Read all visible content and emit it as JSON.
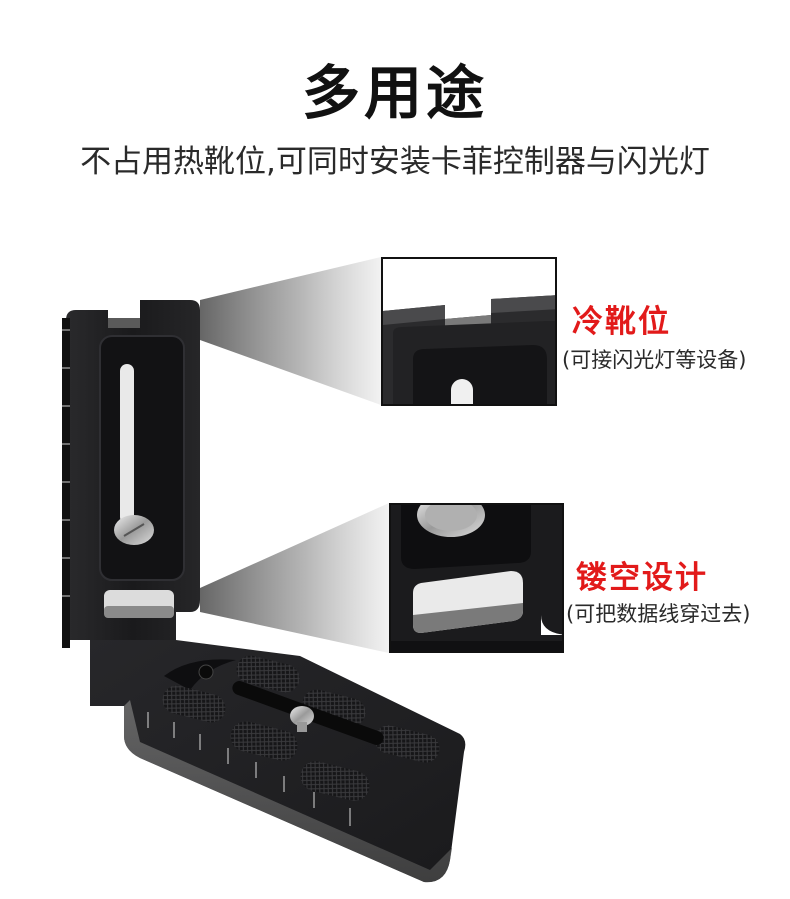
{
  "header": {
    "title": "多用途",
    "subtitle": "不占用热靴位,可同时安装卡菲控制器与闪光灯"
  },
  "product": {
    "name": "L-bracket quick release plate",
    "color": "#1c1c1e"
  },
  "callouts": [
    {
      "title": "冷靴位",
      "note": "(可接闪光灯等设备)",
      "title_color": "#e21a1a"
    },
    {
      "title": "镂空设计",
      "note": "(可把数据线穿过去)",
      "title_color": "#e21a1a"
    }
  ]
}
